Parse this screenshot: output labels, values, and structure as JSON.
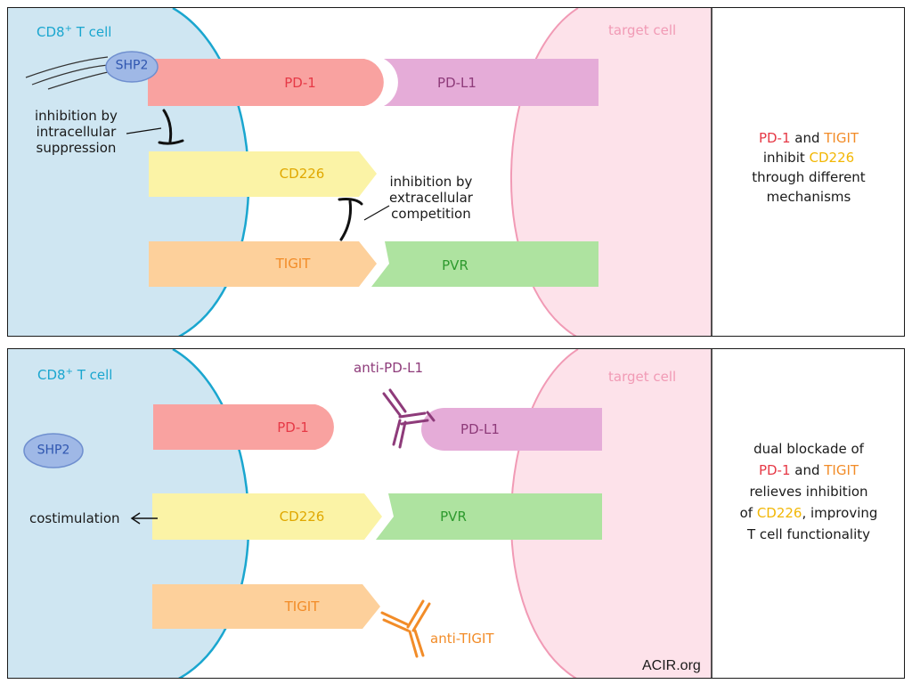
{
  "panel1": {
    "tcell_label": "CD8",
    "tcell_label_sup": "+",
    "tcell_label_suffix": " T cell",
    "target_label": "target cell",
    "shp2": "SHP2",
    "pd1": "PD-1",
    "pdl1": "PD-L1",
    "cd226": "CD226",
    "tigit": "TIGIT",
    "pvr": "PVR",
    "intra_line1": "inhibition by",
    "intra_line2": "intracellular",
    "intra_line3": "suppression",
    "extra_line1": "inhibition by",
    "extra_line2": "extracellular",
    "extra_line3": "competition",
    "caption": {
      "pd1": "PD-1",
      "and": " and ",
      "tigit": "TIGIT",
      "inhibit": "inhibit ",
      "cd226": "CD226",
      "line3": "through different",
      "line4": "mechanisms"
    }
  },
  "panel2": {
    "tcell_label": "CD8",
    "tcell_label_sup": "+",
    "tcell_label_suffix": " T cell",
    "target_label": "target cell",
    "shp2": "SHP2",
    "pd1": "PD-1",
    "pdl1": "PD-L1",
    "cd226": "CD226",
    "pvr": "PVR",
    "tigit": "TIGIT",
    "anti_pdl1": "anti-PD-L1",
    "anti_tigit": "anti-TIGIT",
    "costim": "costimulation",
    "watermark": "ACIR.org",
    "caption": {
      "line1": "dual blockade of",
      "pd1": "PD-1",
      "and": " and ",
      "tigit": "TIGIT",
      "line3": "relieves inhibition",
      "of": "of ",
      "cd226": "CD226",
      "improving": ", improving",
      "line5": "T cell functionality"
    }
  },
  "colors": {
    "pd1": "#f9a2a0",
    "pdl1": "#e5acd8",
    "cd226": "#fbf3a6",
    "tigit": "#fdd09b",
    "pvr": "#aee3a0",
    "tcell_fill": "#cfe6f2",
    "tcell_stroke": "#1aa6cf",
    "target_fill": "#fde2ea",
    "target_stroke": "#f19ab5",
    "shp2_fill": "#9fb8e6",
    "anti_pdl1": "#8e3b7a",
    "anti_tigit": "#f28c28",
    "text_red": "#e63946",
    "text_yellow": "#f2b705",
    "text_orange": "#f28c28"
  }
}
